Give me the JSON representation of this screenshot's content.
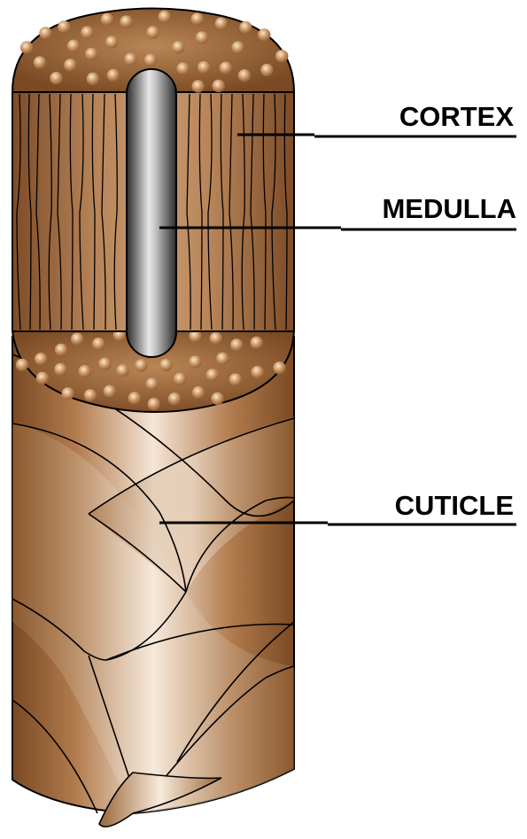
{
  "labels": {
    "cortex": "CORTEX",
    "medulla": "MEDULLA",
    "cuticle": "CUTICLE"
  },
  "colors": {
    "hair_dark": "#7a4a24",
    "hair_mid": "#b9845a",
    "hair_light": "#f6e6d6",
    "medulla_dark": "#2e2e2e",
    "medulla_light": "#e6e6e6",
    "granule": "#c8925f",
    "outline": "#000000"
  },
  "parts": [
    "cortex",
    "medulla",
    "cuticle"
  ]
}
